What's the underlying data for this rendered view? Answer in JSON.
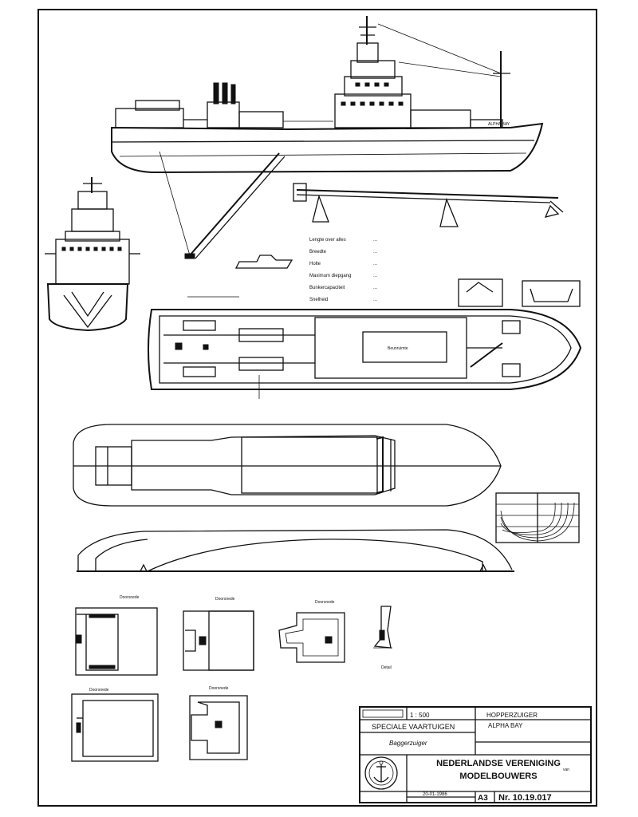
{
  "specs": [
    {
      "label": "Lengte over alles",
      "value": "..."
    },
    {
      "label": "Breedte",
      "value": "..."
    },
    {
      "label": "Holte",
      "value": "..."
    },
    {
      "label": "Maximum diepgang",
      "value": "..."
    },
    {
      "label": "Bunkercapaciteit",
      "value": "..."
    },
    {
      "label": "Snelheid",
      "value": "..."
    }
  ],
  "title_block": {
    "scale_value": "1 : 500",
    "category": "SPECIALE VAARTUIGEN",
    "subtype": "Baggerzuiger",
    "vessel_line1": "HOPPERZUIGER",
    "vessel_line2": "ALPHA BAY",
    "date_value": "20-01-1986",
    "size": "A3",
    "number": "Nr. 10.19.017",
    "org_line1": "NEDERLANDSE VERENIGING",
    "org_van": "van",
    "org_line2": "MODELBOUWERS"
  },
  "icons": [
    "anchor-icon",
    "seal-icon"
  ]
}
